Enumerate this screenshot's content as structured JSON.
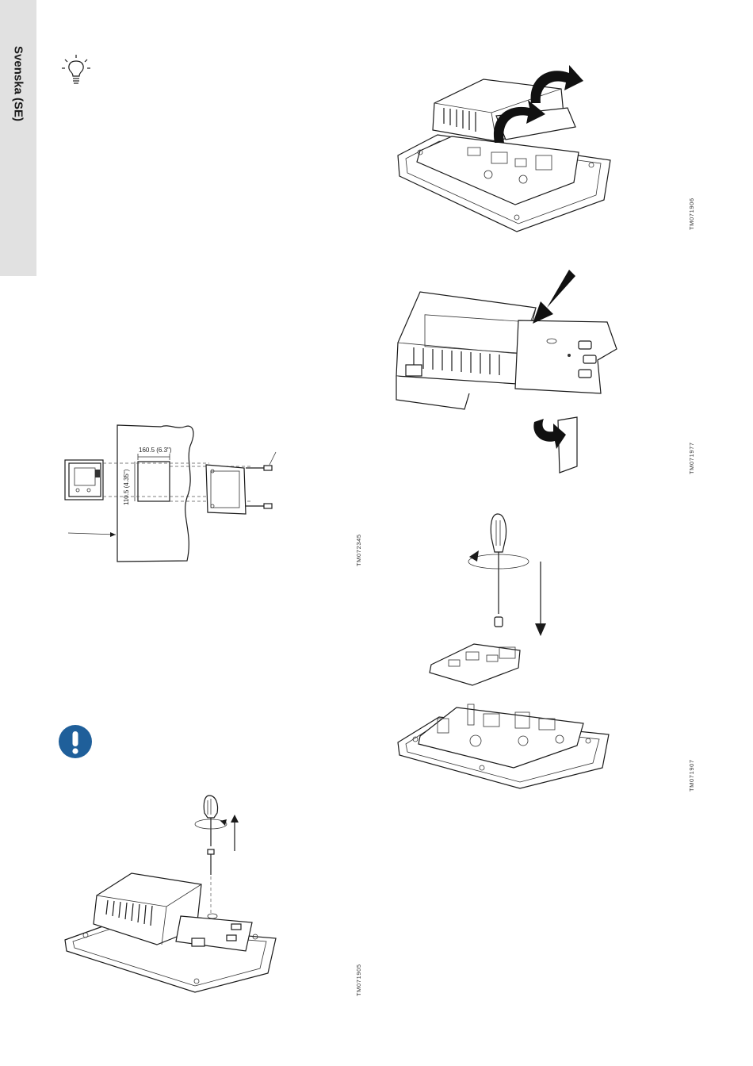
{
  "sidebar": {
    "language_label": "Svenska (SE)"
  },
  "icons": {
    "tip": "lightbulb-icon",
    "caution": "exclamation-icon"
  },
  "colors": {
    "caution_blue": "#1f5f9a",
    "sidebar_gray": "#e1e1e1"
  },
  "figures": {
    "panel_cutout": {
      "code": "TM072345",
      "width_dimension": "160.5 (6.3\")",
      "height_dimension": "110.5 (4.35\")"
    },
    "screw_removal": {
      "code": "TM071905"
    },
    "cover_removal": {
      "code": "TM071906"
    },
    "cover_insert": {
      "code": "TM071977"
    },
    "module_mounting": {
      "code": "TM071907"
    }
  }
}
